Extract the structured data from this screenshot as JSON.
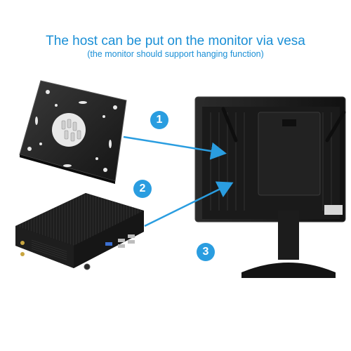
{
  "header": {
    "title": "The host can be put on the monitor via vesa",
    "subtitle": "(the monitor should support hanging function)"
  },
  "steps": [
    "1",
    "2",
    "3"
  ],
  "colors": {
    "accent": "#1a8fd6",
    "badge": "#2a9de0",
    "arrow": "#2a9de0",
    "device": "#1b1b1b"
  },
  "illustration": {
    "vesa_plate_icon": "vesa-mount-plate",
    "mini_pc_icon": "fanless-mini-pc",
    "monitor_icon": "lcd-monitor-rear"
  }
}
